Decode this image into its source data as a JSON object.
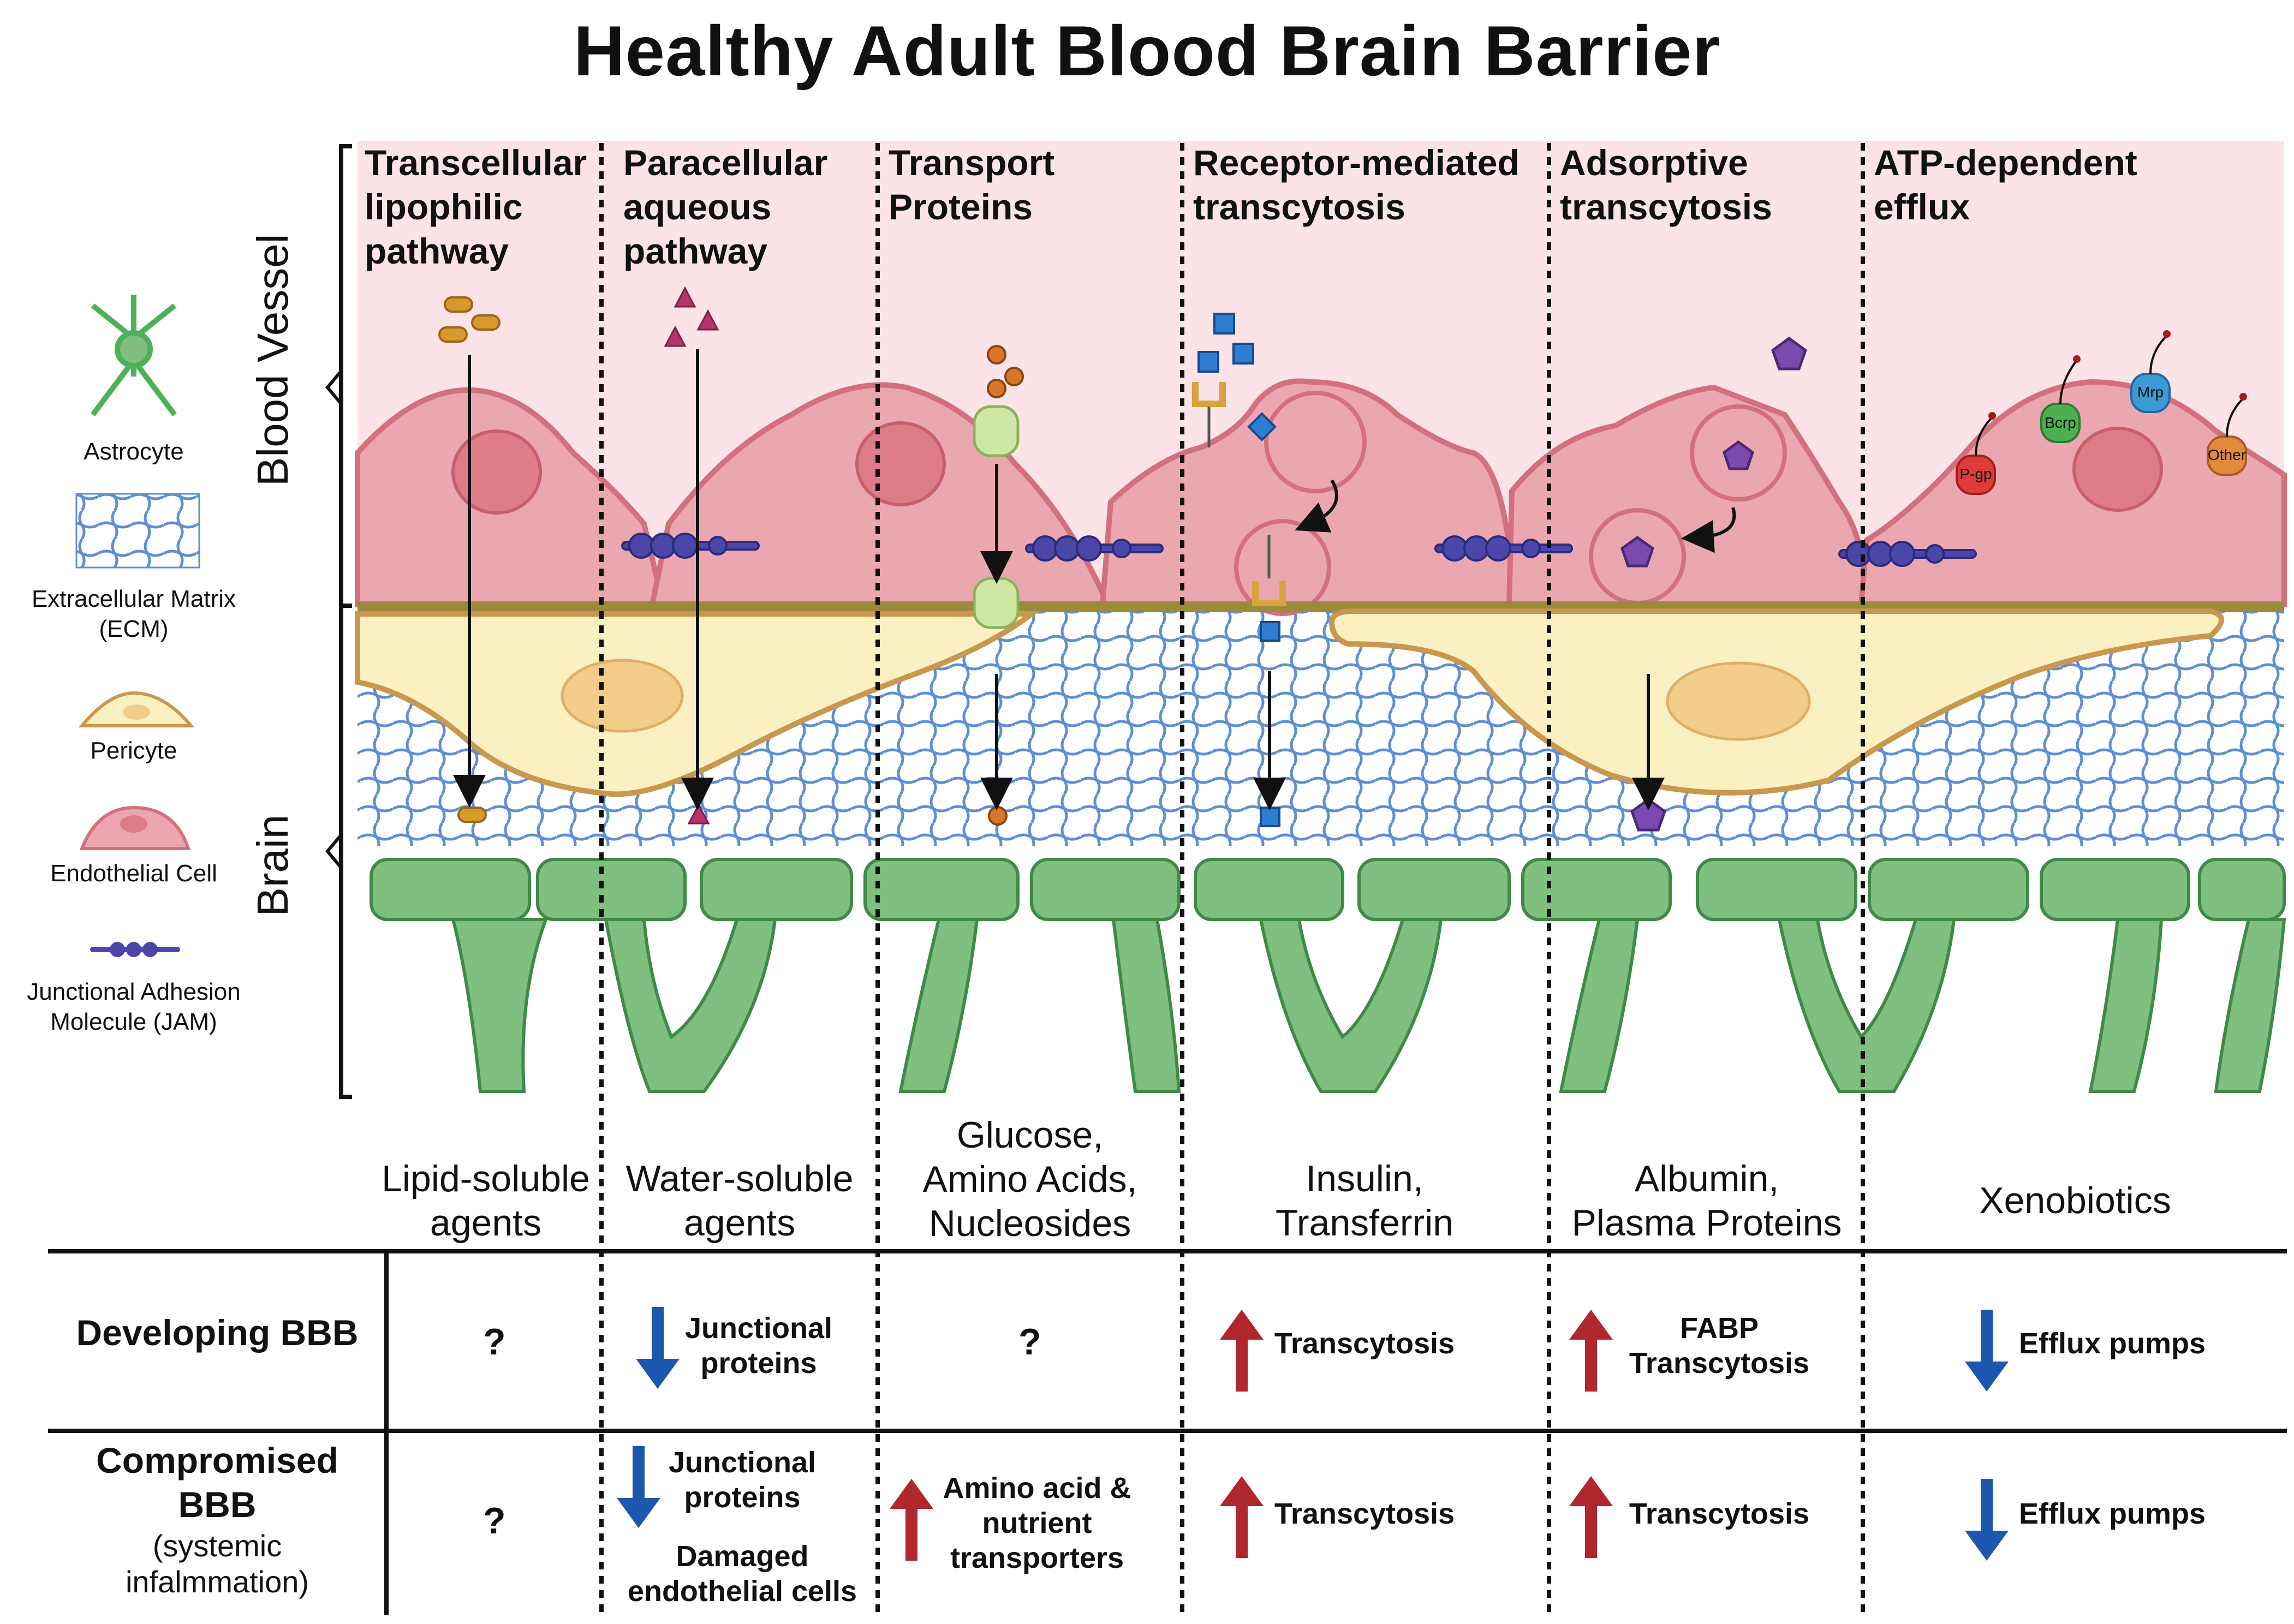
{
  "title": "Healthy Adult Blood Brain Barrier",
  "side_labels": {
    "vessel": "Blood Vessel",
    "brain": "Brain"
  },
  "legend": [
    {
      "icon": "astrocyte-icon",
      "label": "Astrocyte"
    },
    {
      "icon": "ecm-mesh-icon",
      "label": "Extracellular Matrix\n(ECM)"
    },
    {
      "icon": "pericyte-icon",
      "label": "Pericyte"
    },
    {
      "icon": "endothelial-cell-icon",
      "label": "Endothelial Cell"
    },
    {
      "icon": "jam-icon",
      "label": "Junctional Adhesion\nMolecule (JAM)"
    }
  ],
  "pathways": [
    {
      "title": "Transcellular\nlipophilic\npathway",
      "substance": "Lipid-soluble\nagents"
    },
    {
      "title": "Paracellular\naqueous\npathway",
      "substance": "Water-soluble\nagents"
    },
    {
      "title": "Transport\nProteins",
      "substance": "Glucose,\nAmino Acids,\nNucleosides"
    },
    {
      "title": "Receptor-mediated\ntranscytosis",
      "substance": "Insulin,\nTransferrin"
    },
    {
      "title": "Adsorptive\ntranscytosis",
      "substance": "Albumin,\nPlasma Proteins"
    },
    {
      "title": "ATP-dependent\nefflux",
      "substance": "Xenobiotics"
    }
  ],
  "transporters": [
    "P-gp",
    "Bcrp",
    "Mrp",
    "Other"
  ],
  "table": {
    "rows": [
      {
        "label": "Developing BBB",
        "note": "",
        "cells": [
          {
            "text": "?",
            "arrow": "none"
          },
          {
            "text": "Junctional\nproteins",
            "arrow": "down"
          },
          {
            "text": "?",
            "arrow": "none"
          },
          {
            "text": "Transcytosis",
            "arrow": "up"
          },
          {
            "text": "FABP\nTranscytosis",
            "arrow": "up"
          },
          {
            "text": "Efflux pumps",
            "arrow": "down"
          }
        ]
      },
      {
        "label": "Compromised\nBBB",
        "note": "(systemic\ninfalmmation)",
        "cells": [
          {
            "text": "?",
            "arrow": "none"
          },
          {
            "text": "Junctional\nproteins",
            "extra": "Damaged\nendothelial cells",
            "arrow": "down"
          },
          {
            "text": "Amino acid &\nnutrient\ntransporters",
            "arrow": "up"
          },
          {
            "text": "Transcytosis",
            "arrow": "up"
          },
          {
            "text": "Transcytosis",
            "arrow": "up"
          },
          {
            "text": "Efflux pumps",
            "arrow": "down"
          }
        ]
      }
    ]
  },
  "colors": {
    "vessel_bg": "#fbe3e8",
    "endothelial": "#eba7b0",
    "endothelial_edge": "#d2707e",
    "pericyte": "#fbf0c1",
    "pericyte_edge": "#c9974e",
    "astrocyte": "#7fbf80",
    "astrocyte_edge": "#3f8a47",
    "ecm": "#5c8fd6",
    "jam": "#4a47a8",
    "arrow_up": "#b0272d",
    "arrow_down": "#1d57b0"
  }
}
